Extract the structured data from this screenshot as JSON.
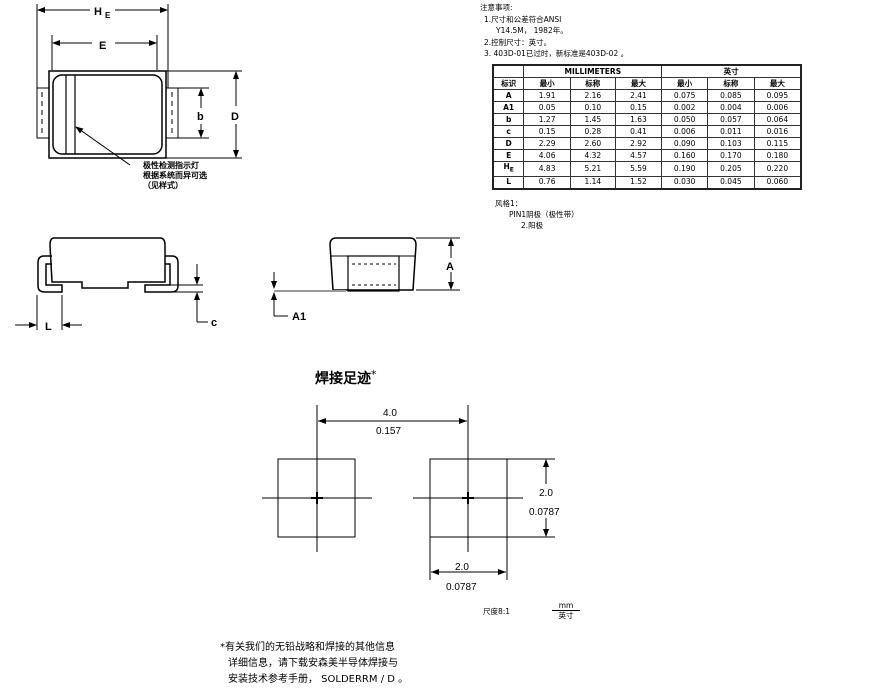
{
  "top_view": {
    "he_label": "H",
    "he_sub": "E",
    "e_label": "E",
    "b_label": "b",
    "d_label": "D",
    "callout": [
      "极性检测指示灯",
      "根据系统而异可选",
      "（见样式）"
    ]
  },
  "side_view": {
    "l_label": "L",
    "c_label": "c"
  },
  "end_view": {
    "a_label": "A",
    "a1_label": "A1"
  },
  "notes": {
    "heading": "注意事项:",
    "lines": [
      "1.尺寸和公差符合ANSI",
      "Y14.5M， 1982年。",
      "2.控制尺寸：英寸。",
      "3. 403D-01已过时，新标准是403D-02 。"
    ]
  },
  "table": {
    "mm_header": "MILLIMETERS",
    "inch_header": "英寸",
    "dim_header": "标识",
    "sub_headers": [
      "最小",
      "标称",
      "最大",
      "最小",
      "标称",
      "最大"
    ],
    "rows": [
      {
        "dim": "A",
        "sub": "",
        "v": [
          "1.91",
          "2.16",
          "2.41",
          "0.075",
          "0.085",
          "0.095"
        ]
      },
      {
        "dim": "A1",
        "sub": "",
        "v": [
          "0.05",
          "0.10",
          "0.15",
          "0.002",
          "0.004",
          "0.006"
        ]
      },
      {
        "dim": "b",
        "sub": "",
        "v": [
          "1.27",
          "1.45",
          "1.63",
          "0.050",
          "0.057",
          "0.064"
        ]
      },
      {
        "dim": "c",
        "sub": "",
        "v": [
          "0.15",
          "0.28",
          "0.41",
          "0.006",
          "0.011",
          "0.016"
        ]
      },
      {
        "dim": "D",
        "sub": "",
        "v": [
          "2.29",
          "2.60",
          "2.92",
          "0.090",
          "0.103",
          "0.115"
        ]
      },
      {
        "dim": "E",
        "sub": "",
        "v": [
          "4.06",
          "4.32",
          "4.57",
          "0.160",
          "0.170",
          "0.180"
        ]
      },
      {
        "dim": "H",
        "sub": "E",
        "v": [
          "4.83",
          "5.21",
          "5.59",
          "0.190",
          "0.205",
          "0.220"
        ]
      },
      {
        "dim": "L",
        "sub": "",
        "v": [
          "0.76",
          "1.14",
          "1.52",
          "0.030",
          "0.045",
          "0.060"
        ]
      }
    ]
  },
  "style": {
    "heading": "风格1：",
    "pin1": "PIN1阴极（极性带）",
    "pin2": "2.阳极"
  },
  "footprint": {
    "title": "焊接足迹",
    "title_mark": "*",
    "pitch_mm": "4.0",
    "pitch_in": "0.157",
    "height_mm": "2.0",
    "height_in": "0.0787",
    "width_mm": "2.0",
    "width_in": "0.0787",
    "scale": "尺度8:1",
    "unit_top": "mm",
    "unit_bottom": "英寸"
  },
  "footnote": [
    "*有关我们的无铅战略和焊接的其他信息",
    "详细信息，请下载安森美半导体焊接与",
    "安装技术参考手册， SOLDERRM / D 。"
  ]
}
